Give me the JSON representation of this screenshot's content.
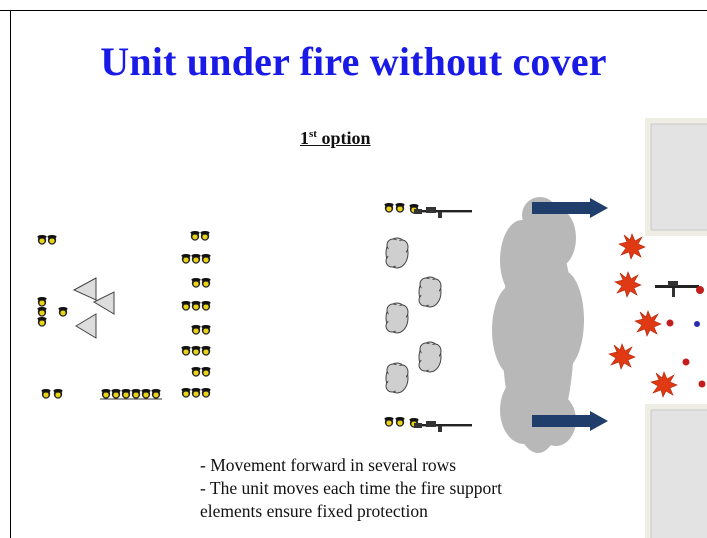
{
  "title": "Unit under fire without cover",
  "subtitle": {
    "number": "1",
    "suffix": "st",
    "text": " option"
  },
  "notes": {
    "line1": "- Movement forward in several rows",
    "line2": "- The unit moves each time the fire support",
    "line3": "elements ensure fixed protection"
  },
  "colors": {
    "title": "#1a1ae6",
    "arrow": "#1f3e6b",
    "cloud": "#b8b8b8",
    "smoke_puff": "#cfcfcf",
    "building": "#e3e3e3",
    "explosion": "#e03a14"
  }
}
